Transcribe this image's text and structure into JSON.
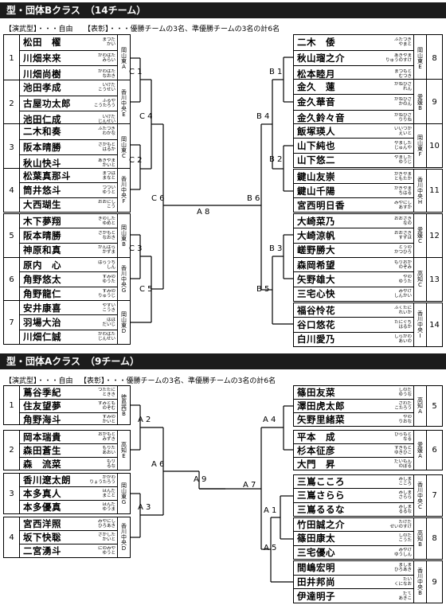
{
  "sections": [
    {
      "title": "型・団体Bクラス　（14チーム）",
      "rule": "【演武型】・・・自由",
      "award": "【表彰】・・・優勝チームの3名、準優勝チームの3名の計6名",
      "teams": [
        {
          "side": "L",
          "seed": "1",
          "org": "岡山東A",
          "m": [
            {
              "n": "松田　櫂",
              "k": "まつだ\nかい"
            },
            {
              "n": "川畑来来",
              "k": "かわばた\nみらい"
            },
            {
              "n": "川畑尚樹",
              "k": "かわばた\nなおき"
            }
          ]
        },
        {
          "side": "L",
          "seed": "2",
          "org": "香川中央E",
          "m": [
            {
              "n": "池田孝成",
              "k": "いけだ\nこうせい"
            },
            {
              "n": "古屋功太郎",
              "k": "ふるや\nこうたろう"
            },
            {
              "n": "池田仁成",
              "k": "いけだ\nじんせい"
            }
          ]
        },
        {
          "side": "L",
          "seed": "3",
          "org": "岡山東C",
          "m": [
            {
              "n": "二木和奏",
              "k": "ふたつぎ\nわかな"
            },
            {
              "n": "阪本晴勝",
              "k": "さかもと\nはるか"
            },
            {
              "n": "秋山快斗",
              "k": "あきやま\nかいと"
            }
          ]
        },
        {
          "side": "L",
          "seed": "4",
          "org": "香川中央F",
          "m": [
            {
              "n": "松葉真那斗",
              "k": "まつば\nまなと"
            },
            {
              "n": "筒井悠斗",
              "k": "つつい\nゆうと"
            },
            {
              "n": "大西瑚生",
              "k": "おおにし\nこう"
            }
          ]
        },
        {
          "side": "L",
          "seed": "5",
          "org": "岡山東B",
          "m": [
            {
              "n": "木下夢翔",
              "k": "きのした\nゆめと"
            },
            {
              "n": "阪本晴勝",
              "k": "さかもと\nなおき"
            },
            {
              "n": "神原和真",
              "k": "かんばら\nかずま"
            }
          ]
        },
        {
          "side": "L",
          "seed": "6",
          "org": "香川中央G",
          "m": [
            {
              "n": "原内　心",
              "k": "はらうち\nしん"
            },
            {
              "n": "角野悠太",
              "k": "すみの\nゆうた"
            },
            {
              "n": "角野龍仁",
              "k": "すみの\nりゅうじ"
            }
          ]
        },
        {
          "side": "L",
          "seed": "7",
          "org": "岡山東D",
          "m": [
            {
              "n": "安井康喜",
              "k": "やすい\nこうき"
            },
            {
              "n": "羽場大治",
              "k": "はば\nだいじ"
            },
            {
              "n": "川畑仁誠",
              "k": "かわばた\nじんせい"
            }
          ]
        },
        {
          "side": "R",
          "seed": "8",
          "org": "岡山東E",
          "m": [
            {
              "n": "二木　倭",
              "k": "ふたつぎ\nやまと"
            },
            {
              "n": "秋山瑠之介",
              "k": "あきやま\nりゅうのすけ"
            },
            {
              "n": "松本睦月",
              "k": "まつもと\nむつき"
            }
          ]
        },
        {
          "side": "R",
          "seed": "9",
          "org": "愛媛B",
          "m": [
            {
              "n": "金久　蓮",
              "k": "かねひさ\nれん"
            },
            {
              "n": "金久華音",
              "k": "かねひさ\nかのん"
            },
            {
              "n": "金久鈴々音",
              "k": "かねひさ\nりりね"
            }
          ]
        },
        {
          "side": "R",
          "seed": "10",
          "org": "岡山東F",
          "m": [
            {
              "n": "飯塚瑛人",
              "k": "いいづか\nえいと"
            },
            {
              "n": "山下純也",
              "k": "やました\nじゅんや"
            },
            {
              "n": "山下悠二",
              "k": "やました\nゆうじ"
            }
          ]
        },
        {
          "side": "R",
          "seed": "11",
          "org": "香川中央H",
          "m": [
            {
              "n": "鍵山友崇",
              "k": "かぎやま\nともたか"
            },
            {
              "n": "鍵山千陽",
              "k": "かぎやま\nちはる"
            },
            {
              "n": "宮西明日香",
              "k": "みやにし\nあすか"
            }
          ]
        },
        {
          "side": "R",
          "seed": "12",
          "org": "愛媛C",
          "m": [
            {
              "n": "大崎菜乃",
              "k": "おおさき\nなの"
            },
            {
              "n": "大崎涼帆",
              "k": "おおさき\nすずほ"
            },
            {
              "n": "嵯野勝大",
              "k": "とうの\nかつひろ"
            }
          ]
        },
        {
          "side": "R",
          "seed": "13",
          "org": "高知C",
          "m": [
            {
              "n": "森岡希望",
              "k": "もりおか\nのぞみ"
            },
            {
              "n": "矢野雄大",
              "k": "やの\nゆうた"
            },
            {
              "n": "三宅心快",
              "k": "みやけ\nしんかい"
            }
          ]
        },
        {
          "side": "R",
          "seed": "14",
          "org": "香川中央I",
          "m": [
            {
              "n": "福谷怜花",
              "k": "ふくたに\nれいか"
            },
            {
              "n": "谷口悠花",
              "k": "たにぐち\nはるか"
            },
            {
              "n": "白川愛乃",
              "k": "しらかわ\nあいの"
            }
          ]
        }
      ],
      "matches": [
        "C 1",
        "C 2",
        "C 3",
        "C 4",
        "C 5",
        "C 6",
        "A 8",
        "B 1",
        "B 2",
        "B 3",
        "B 4",
        "B 5",
        "B 6"
      ]
    },
    {
      "title": "型・団体Aクラス　（9チーム）",
      "rule": "【演武型】・・・自由",
      "award": "【表彰】・・・優勝チームの3名、準優勝チームの3名の計6名",
      "teams": [
        {
          "side": "L",
          "seed": "1",
          "org": "徳島西B",
          "m": [
            {
              "n": "蔦谷季紀",
              "k": "つたたに\nときき"
            },
            {
              "n": "住友望夢",
              "k": "すみとも\nのぞむ"
            },
            {
              "n": "角野海斗",
              "k": "すみの\nかいと"
            }
          ]
        },
        {
          "side": "L",
          "seed": "2",
          "org": "高知E",
          "m": [
            {
              "n": "岡本瑞貴",
              "k": "おかもと\nみずき"
            },
            {
              "n": "森田蒼生",
              "k": "もりた\nあおい"
            },
            {
              "n": "森　流菜",
              "k": "もり\nるな"
            }
          ]
        },
        {
          "side": "L",
          "seed": "3",
          "org": "岡山東G",
          "m": [
            {
              "n": "香川遼太朗",
              "k": "かがわ\nりょうたろう"
            },
            {
              "n": "本多真人",
              "k": "ほんだ\nまこと"
            },
            {
              "n": "本多優真",
              "k": "ほんだ\nゆうま"
            }
          ]
        },
        {
          "side": "L",
          "seed": "4",
          "org": "香川中央D",
          "m": [
            {
              "n": "宮西洋照",
              "k": "みやにし\nひろあき"
            },
            {
              "n": "坂下快聡",
              "k": "さかした\nかいと"
            },
            {
              "n": "二宮湧斗",
              "k": "にのみや\nゆうと"
            }
          ]
        },
        {
          "side": "R",
          "seed": "5",
          "org": "高知A",
          "m": [
            {
              "n": "篠田友菜",
              "k": "しのだ\nゆうな"
            },
            {
              "n": "澤田虎太郎",
              "k": "さわだ\nこたろう"
            },
            {
              "n": "矢野里緒菜",
              "k": "やの\nりおな"
            }
          ]
        },
        {
          "side": "R",
          "seed": "6",
          "org": "愛媛A",
          "m": [
            {
              "n": "平本　成",
              "k": "ひらもと\nなる"
            },
            {
              "n": "杉本征彦",
              "k": "すぎもと\nゆきひこ"
            },
            {
              "n": "大門　昇",
              "k": "だいもん\nのぼる"
            }
          ]
        },
        {
          "side": "R",
          "seed": "7",
          "org": "香川中央C",
          "m": [
            {
              "n": "三嶌こころ",
              "k": "みしま\nこころ"
            },
            {
              "n": "三嶌さらら",
              "k": "みしま\nさらら"
            },
            {
              "n": "三嶌るるな",
              "k": "みしま\nるるな"
            }
          ]
        },
        {
          "side": "R",
          "seed": "8",
          "org": "高知B",
          "m": [
            {
              "n": "竹田誠之介",
              "k": "たけだ\nせいのすけ"
            },
            {
              "n": "篠田康太",
              "k": "しのだ\nこうた"
            },
            {
              "n": "三宅優心",
              "k": "みやけ\nゆうしん"
            }
          ]
        },
        {
          "side": "R",
          "seed": "9",
          "org": "香川中央B",
          "m": [
            {
              "n": "間嶋宏明",
              "k": "ましま\nひろあき"
            },
            {
              "n": "田井邦尚",
              "k": "たい\nくになお"
            },
            {
              "n": "伊達明子",
              "k": "だて\nあきこ"
            }
          ]
        }
      ],
      "matches": [
        "A 2",
        "A 3",
        "A 6",
        "A 9",
        "A 4",
        "A 7",
        "A 1",
        "A 5"
      ]
    }
  ]
}
